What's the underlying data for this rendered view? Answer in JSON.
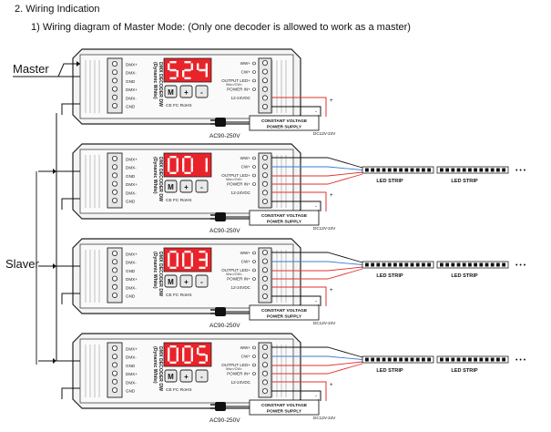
{
  "header": {
    "section_title": "2. Wiring Indication",
    "subtitle": "1) Wiring diagram of Master Mode: (Only one decoder is allowed to work as a master)"
  },
  "labels": {
    "master": "Master",
    "slaver": "Slaver"
  },
  "decoder": {
    "dmx_terminals": [
      "DMX+",
      "DMX-",
      "GND",
      "DMX+",
      "DMX-",
      "GND"
    ],
    "model_line1": "DMX DECODER DW",
    "model_line2": "(Dynamic White)",
    "button_m": "M",
    "button_plus": "+",
    "button_minus": "-",
    "certs": "CE FC RoHS",
    "output_labels": [
      "WW+",
      "CW+",
      "OUTPUT LED+",
      "POWER IN+",
      "12-24VDC"
    ],
    "output_symbol": "Ww=/CW="
  },
  "units": [
    {
      "display": "524",
      "role": "master"
    },
    {
      "display": "001",
      "role": "slaver"
    },
    {
      "display": "003",
      "role": "slaver"
    },
    {
      "display": "005",
      "role": "slaver"
    }
  ],
  "power": {
    "supply_line1": "CONSTANT VOLTAGE",
    "supply_line2": "POWER SUPPLY",
    "dc_label": "DC12V-24V",
    "ac_label": "AC90-250V"
  },
  "strip": {
    "label": "LED STRIP",
    "ellipsis": "• • •"
  },
  "colors": {
    "display_red": "#e8232a",
    "wire_red": "#e0302e",
    "wire_blue": "#3a7fd5",
    "wire_black": "#111111"
  }
}
